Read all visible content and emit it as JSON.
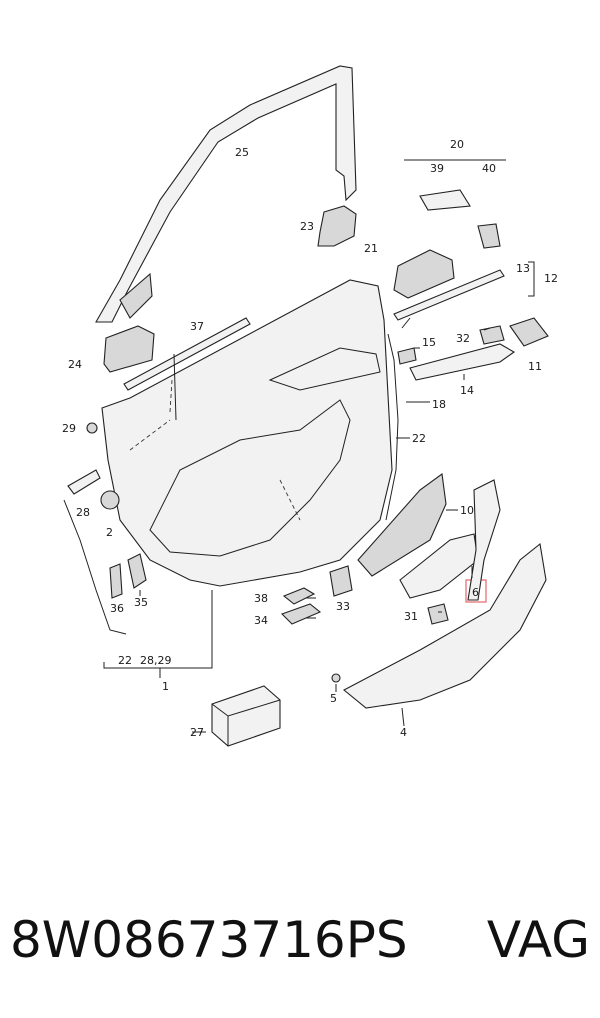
{
  "callouts": {
    "c1": "1",
    "c2": "2",
    "c4": "4",
    "c5": "5",
    "c6": "6",
    "c10": "10",
    "c11": "11",
    "c12": "12",
    "c13": "13",
    "c14": "14",
    "c15": "15",
    "c18": "18",
    "c20": "20",
    "c21": "21",
    "c22a": "22",
    "c22b": "22",
    "c23": "23",
    "c24": "24",
    "c25": "25",
    "c27": "27",
    "c28": "28",
    "c2829": "28,29",
    "c29": "29",
    "c31": "31",
    "c32": "32",
    "c33": "33",
    "c34": "34",
    "c35": "35",
    "c36": "36",
    "c37": "37",
    "c38": "38",
    "c39": "39",
    "c40": "40"
  },
  "highlight_color": "#e57373",
  "footer": {
    "part_number": "8W08673716PS",
    "brand": "VAG"
  }
}
